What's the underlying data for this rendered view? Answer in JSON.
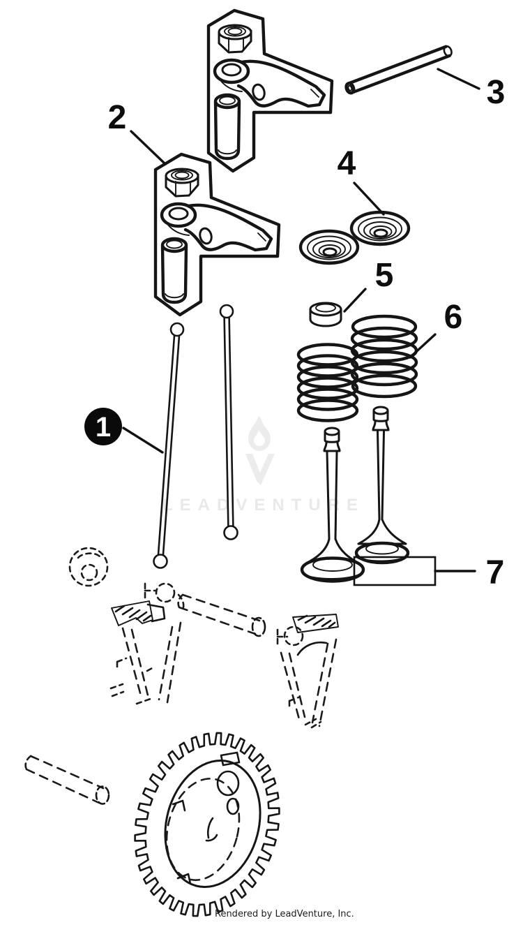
{
  "diagram": {
    "type": "exploded-parts-diagram",
    "subject": "engine valve train",
    "background_color": "#ffffff",
    "line_color": "#151515",
    "callouts": [
      {
        "label": "1",
        "target": "push-rods",
        "style": "filled-circle-badge",
        "badge_fill": "#0a0a0a",
        "badge_text_color": "#ffffff"
      },
      {
        "label": "2",
        "target": "rocker-arm-assembly",
        "style": "plain"
      },
      {
        "label": "3",
        "target": "rocker-shaft",
        "style": "plain"
      },
      {
        "label": "4",
        "target": "valve-spring-retainers",
        "style": "plain"
      },
      {
        "label": "5",
        "target": "valve-stem-cap",
        "style": "plain"
      },
      {
        "label": "6",
        "target": "valve-springs",
        "style": "plain"
      },
      {
        "label": "7",
        "target": "valves",
        "style": "bracket-box"
      }
    ],
    "phantom_parts": [
      "tappet-circle",
      "lifter-tower-left",
      "lifter-tower-right",
      "rocker-shaft-tube",
      "cam-tube"
    ],
    "solid_parts": [
      "rocker-arm-assembly-upper",
      "rocker-arm-assembly-lower",
      "rocker-shaft",
      "spring-retainer-left",
      "spring-retainer-right",
      "valve-stem-cap",
      "valve-spring-left",
      "valve-spring-right",
      "push-rod-left",
      "push-rod-right",
      "valve-left",
      "valve-right",
      "cam-gear"
    ]
  },
  "watermark": {
    "text": "LEADVENTURE",
    "logo": "flame-lv-monogram",
    "color": "#e9e9e9"
  },
  "footer": {
    "credit": "Rendered by LeadVenture, Inc."
  }
}
